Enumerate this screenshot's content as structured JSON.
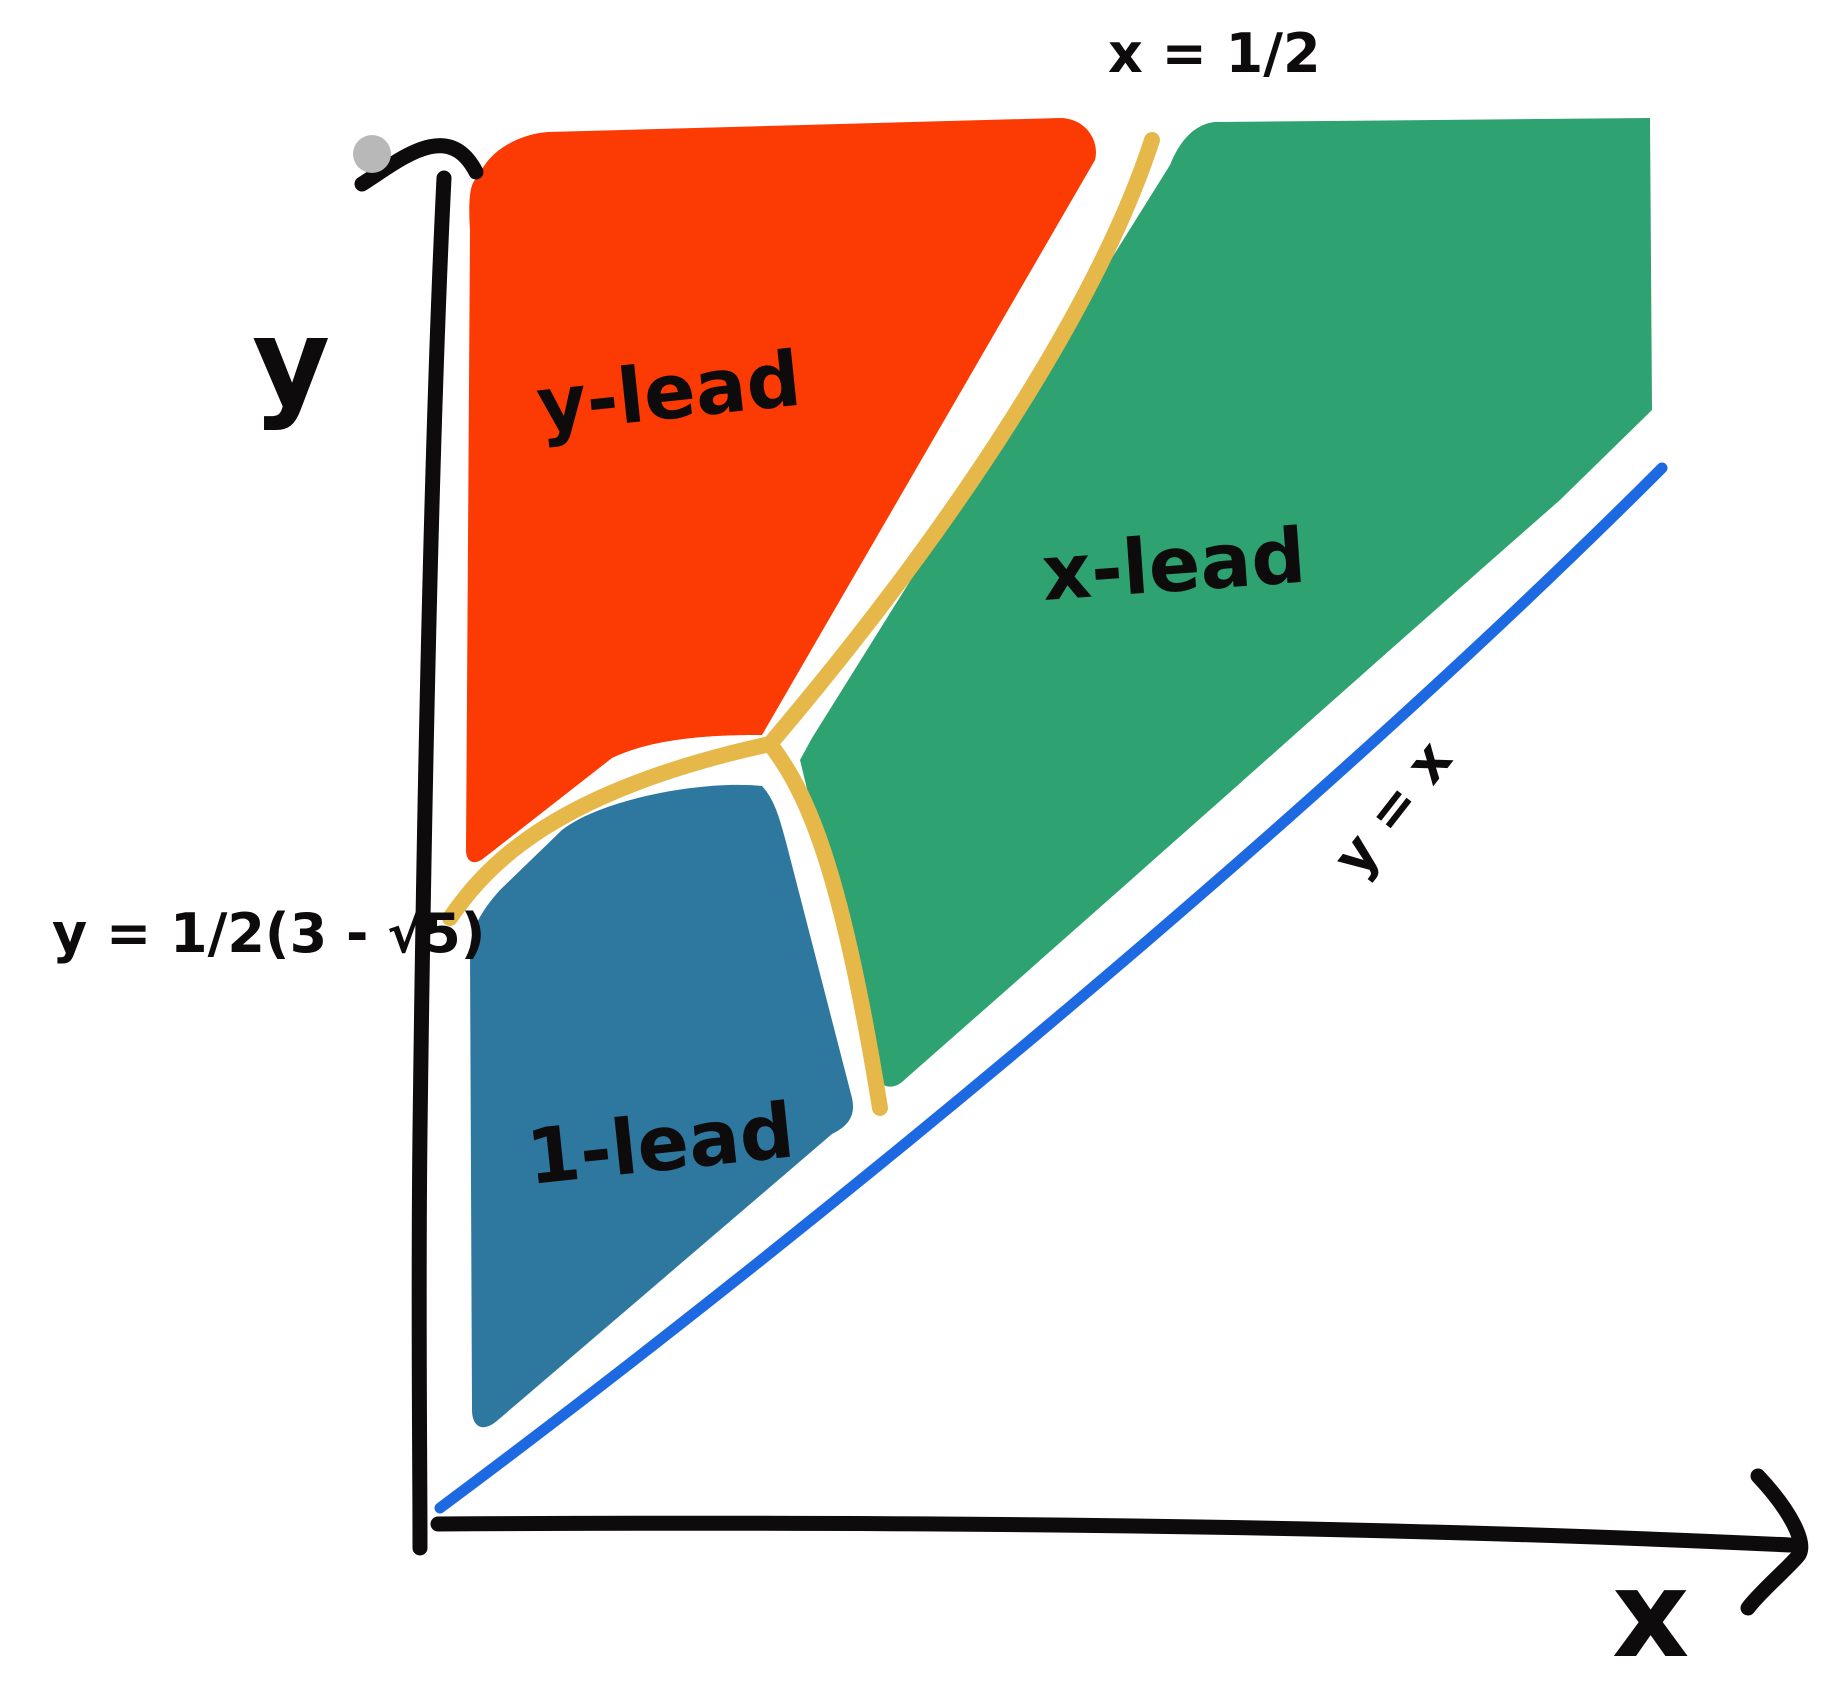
{
  "axes": {
    "x_label": "x",
    "y_label": "y"
  },
  "regions": [
    {
      "id": "y-lead",
      "label": "y-lead",
      "color": "#fc3a03"
    },
    {
      "id": "x-lead",
      "label": "x-lead",
      "color": "#2ea270"
    },
    {
      "id": "1-lead",
      "label": "1-lead",
      "color": "#2e779f"
    }
  ],
  "boundaries": {
    "vertical_label": "x = 1/2",
    "horizontal_label": "y = 1/2(3 - √5)",
    "diagonal_label": "y = x",
    "boundary_color": "#e6b84a",
    "diagonal_color": "#1d69e2",
    "axis_color": "#0d0b0b"
  }
}
